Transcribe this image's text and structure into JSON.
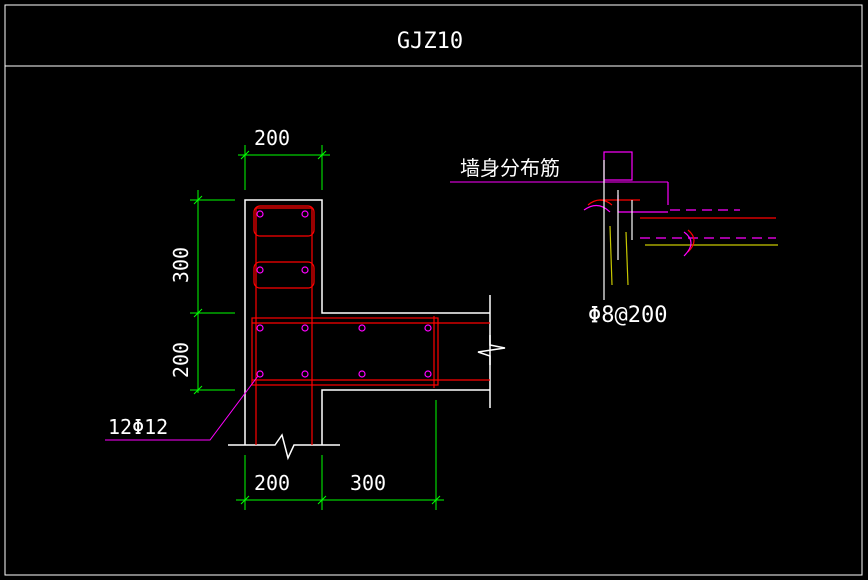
{
  "title": "GJZ10",
  "dimensions": {
    "top_width": "200",
    "vertical_upper": "300",
    "vertical_lower": "200",
    "bottom_left": "200",
    "bottom_right": "300"
  },
  "labels": {
    "rebar_main": "12Φ12",
    "wall_distribution_rebar": "墙身分布筋",
    "stirrup_spec": "Φ8@200"
  },
  "colors": {
    "background": "#000000",
    "frame": "#ffffff",
    "dimension": "#00ff00",
    "rebar": "#ff0000",
    "stirrup_point": "#ff00ff",
    "leader": "#ff00ff",
    "detail_yellow": "#c8c800"
  }
}
